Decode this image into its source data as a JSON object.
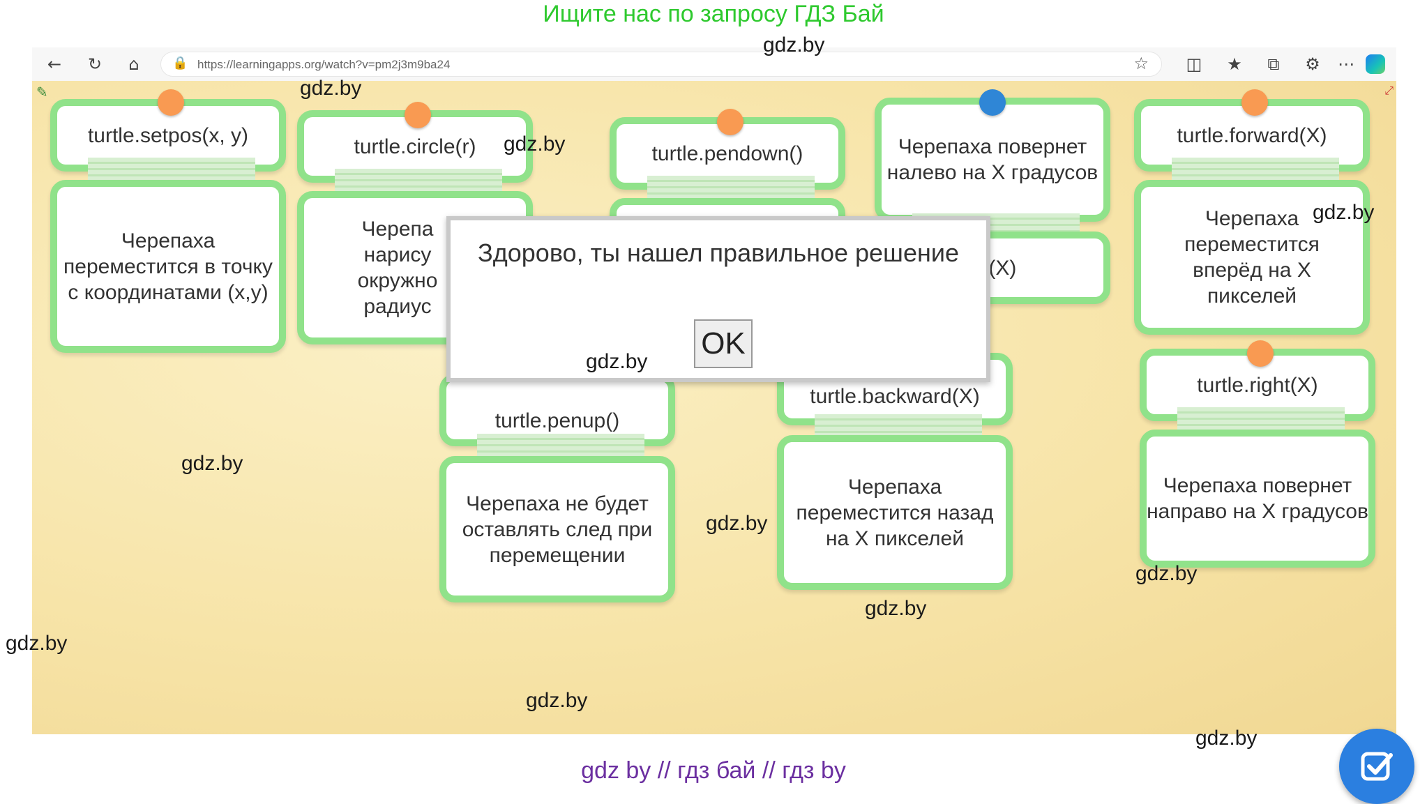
{
  "banner_top": "Ищите нас по запросу ГДЗ Бай",
  "banner_bottom": "gdz by  //  гдз бай  //  гдз by",
  "browser": {
    "url": "https://learningapps.org/watch?v=pm2j3m9ba24",
    "icons": [
      "back-arrow-icon",
      "refresh-icon",
      "home-icon",
      "lock-icon",
      "star-icon",
      "split-screen-icon",
      "favorites-icon",
      "collections-icon",
      "extensions-icon",
      "more-icon",
      "copilot-icon"
    ]
  },
  "cards": {
    "setpos_cmd": "turtle.setpos(x, y)",
    "setpos_desc": "Черепаха переместится в точку с координатами (x,y)",
    "circle_cmd": "turtle.circle(r)",
    "circle_desc": "Черепа нарису окружно радиус",
    "pendown_cmd": "turtle.pendown()",
    "left_desc": "Черепаха повернет налево на X градусов",
    "left_cmd": "eft(X)",
    "forward_cmd": "turtle.forward(X)",
    "forward_desc": "Черепаха переместится вперёд на X пикселей",
    "penup_cmd": "turtle.penup()",
    "penup_desc": "Черепаха не будет оставлять след при перемещении",
    "backward_cmd": "turtle.backward(X)",
    "backward_desc": "Черепаха переместится назад на X пикселей",
    "right_cmd": "turtle.right(X)",
    "right_desc": "Черепаха повернет направо на X градусов"
  },
  "dialog": {
    "message": "Здорово, ты нашел правильное решение",
    "ok_label": "OK"
  },
  "watermark": "gdz.by",
  "colors": {
    "card_border": "#90e28a",
    "pin_orange": "#f99a52",
    "pin_blue": "#2f86d6",
    "check_button": "#2b7fe0",
    "banner_green": "#2ec92e",
    "banner_purple": "#6b2fa0"
  }
}
